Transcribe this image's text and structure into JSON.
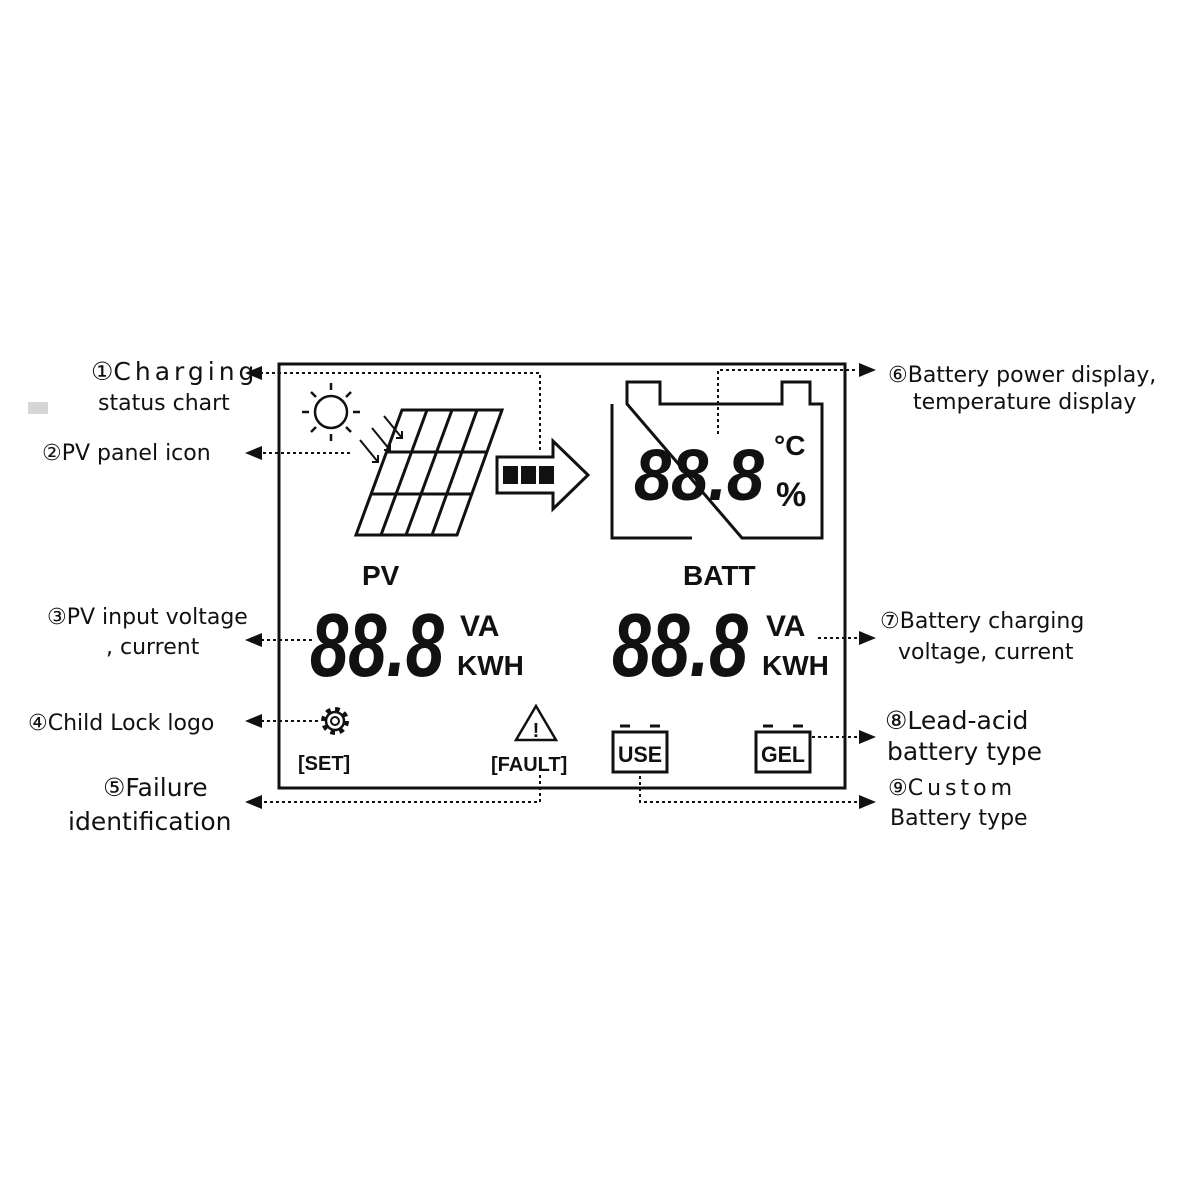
{
  "panel": {
    "pv_label": "PV",
    "batt_label": "BATT",
    "pv_digits": "88.8",
    "batt_digits": "88.8",
    "batt_top_digits": "88.8",
    "unit_celsius": "°C",
    "unit_percent": "%",
    "unit_va": "VA",
    "unit_kwh": "KWH",
    "set_label": "[SET]",
    "fault_label": "[FAULT]",
    "use_label": "USE",
    "gel_label": "GEL",
    "fault_symbol": "!"
  },
  "callouts": {
    "c1": {
      "num": "①",
      "line1": "Charging",
      "line2": "status chart"
    },
    "c2": {
      "num": "②",
      "text": "PV panel icon"
    },
    "c3": {
      "num": "③",
      "line1": "PV input voltage",
      "line2": ", current"
    },
    "c4": {
      "num": "④",
      "text": "Child Lock logo"
    },
    "c5": {
      "num": "⑤",
      "line1": "Failure",
      "line2": "identification"
    },
    "c6": {
      "num": "⑥",
      "line1": "Battery power display,",
      "line2": "temperature display"
    },
    "c7": {
      "num": "⑦",
      "line1": "Battery charging",
      "line2": "voltage, current"
    },
    "c8": {
      "num": "⑧",
      "line1": "Lead-acid",
      "line2": "battery type"
    },
    "c9": {
      "num": "⑨",
      "line1": "Custom",
      "line2": "Battery type"
    }
  },
  "icons": [
    "sun-icon",
    "solar-panel-icon",
    "charge-arrow-icon",
    "battery-icon",
    "gear-icon",
    "warning-triangle-icon",
    "use-battery-icon",
    "gel-battery-icon"
  ]
}
